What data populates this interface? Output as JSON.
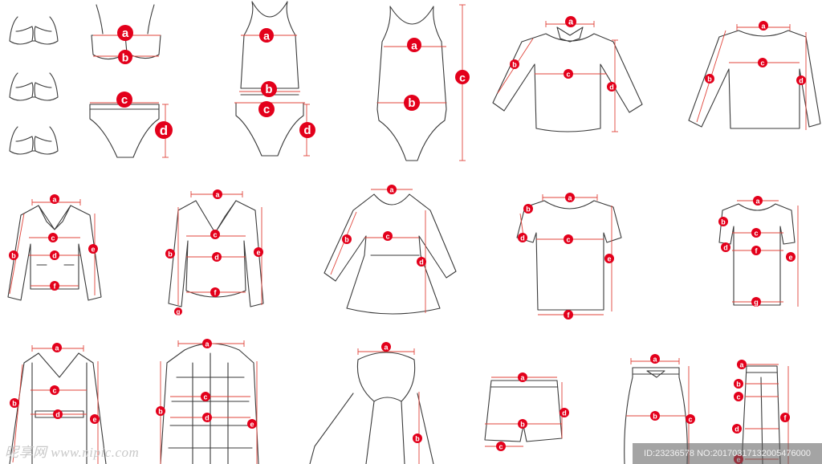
{
  "labels": {
    "a": "a",
    "b": "b",
    "c": "c",
    "d": "d",
    "e": "e",
    "f": "f",
    "g": "g"
  },
  "garments": [
    {
      "id": "bra-set",
      "marks": [
        "a",
        "b",
        "c",
        "d"
      ]
    },
    {
      "id": "tankini",
      "marks": [
        "a",
        "b",
        "c",
        "d"
      ]
    },
    {
      "id": "swimsuit",
      "marks": [
        "a",
        "b",
        "c"
      ]
    },
    {
      "id": "shirt",
      "marks": [
        "a",
        "b",
        "c",
        "d"
      ]
    },
    {
      "id": "long-sleeve-tee",
      "marks": [
        "a",
        "b",
        "c",
        "d"
      ]
    },
    {
      "id": "blazer-1",
      "marks": [
        "a",
        "b",
        "c",
        "d",
        "e",
        "f"
      ]
    },
    {
      "id": "blazer-2",
      "marks": [
        "a",
        "b",
        "c",
        "d",
        "e",
        "f",
        "g"
      ]
    },
    {
      "id": "trench-dress-coat",
      "marks": [
        "a",
        "b",
        "c",
        "d"
      ]
    },
    {
      "id": "t-shirt",
      "marks": [
        "a",
        "b",
        "c",
        "d",
        "e",
        "f"
      ]
    },
    {
      "id": "tunic",
      "marks": [
        "a",
        "b",
        "c",
        "d",
        "e",
        "f",
        "g"
      ]
    },
    {
      "id": "coat",
      "marks": [
        "a",
        "b",
        "c",
        "d",
        "e"
      ]
    },
    {
      "id": "padded-jacket",
      "marks": [
        "a",
        "b",
        "c",
        "d",
        "e"
      ]
    },
    {
      "id": "fur-collar-coat",
      "marks": [
        "a",
        "b"
      ]
    },
    {
      "id": "shorts",
      "marks": [
        "a",
        "b",
        "c",
        "d"
      ]
    },
    {
      "id": "pencil-skirt",
      "marks": [
        "a",
        "b",
        "c"
      ]
    },
    {
      "id": "trousers",
      "marks": [
        "a",
        "b",
        "c",
        "d",
        "e",
        "f"
      ]
    }
  ],
  "watermark": {
    "left": "昵享网 www.nipic.com",
    "right": "ID:23236578 NO:20170317132005476000"
  }
}
